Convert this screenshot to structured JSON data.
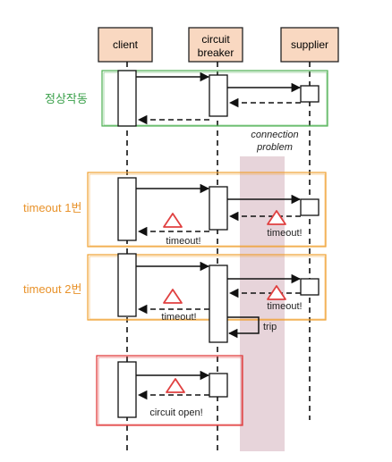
{
  "participants": {
    "client": "client",
    "breaker_line1": "circuit",
    "breaker_line2": "breaker",
    "supplier": "supplier"
  },
  "sections": {
    "normal": "정상작동",
    "timeout1": "timeout 1번",
    "timeout2": "timeout 2번"
  },
  "notes": {
    "conn_line1": "connection",
    "conn_line2": "problem",
    "timeout": "timeout!",
    "trip": "trip",
    "circuit_open": "circuit open!"
  },
  "colors": {
    "participant_fill": "#f9d8c1",
    "normal_frame": "#4caf50",
    "timeout_frame": "#f0a030",
    "open_frame": "#e03030",
    "warning": "#e04040",
    "problem_band": "#c9a0ad"
  }
}
